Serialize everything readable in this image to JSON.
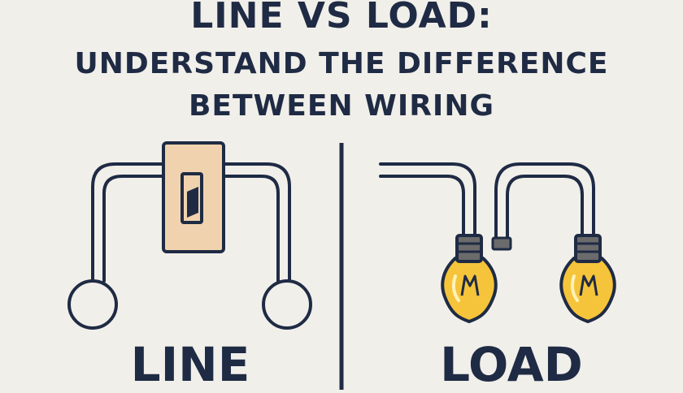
{
  "header": {
    "title_line1": "LINE VS LOAD:",
    "title_line2": "UNDERSTAND THE DIFFERENCE",
    "title_line3": "BETWEEN WIRING"
  },
  "panels": {
    "line_label": "LINE",
    "load_label": "LOAD"
  },
  "colors": {
    "background": "#f1efea",
    "ink": "#1f2b44",
    "switch_plate": "#f0d3ae",
    "bulb_glass": "#f5c43a",
    "bulb_base": "#6b6b6b"
  },
  "icons": [
    "light-switch-icon",
    "terminal-circle-icon",
    "light-bulb-icon"
  ]
}
